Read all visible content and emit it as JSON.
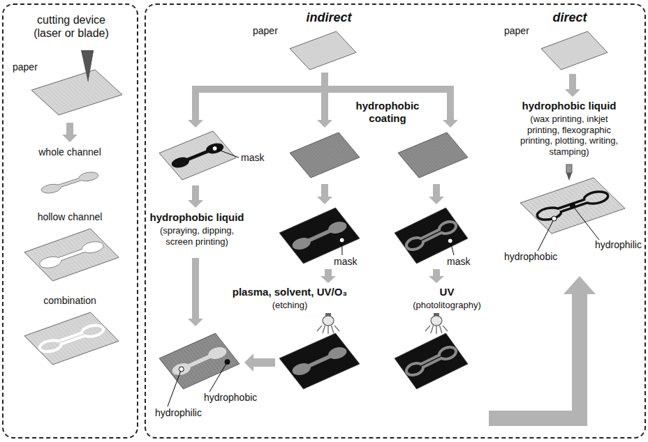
{
  "diagram": {
    "nodes": [
      {
        "text": [
          "cutting device (laser or blade)"
        ]
      },
      {
        "text": [
          "indirect",
          "direct"
        ]
      }
    ],
    "labels": [
      "paper",
      "whole channel",
      "hollow channel",
      "combination",
      "paper",
      "paper",
      "hydrophobic coating",
      "mask",
      "mask",
      "mask",
      "hydrophobic liquid",
      "(spraying, dipping, screen printing)",
      "plasma, solvent, UV/O₃",
      "(etching)",
      "UV",
      "(photolitography)",
      "hydrophobic liquid",
      "(wax printing, inkjet printing, flexographic printing, plotting, writing, stamping)",
      "hydrophilic",
      "hydrophobic",
      "hydrophobic",
      "hydrophilic"
    ]
  }
}
